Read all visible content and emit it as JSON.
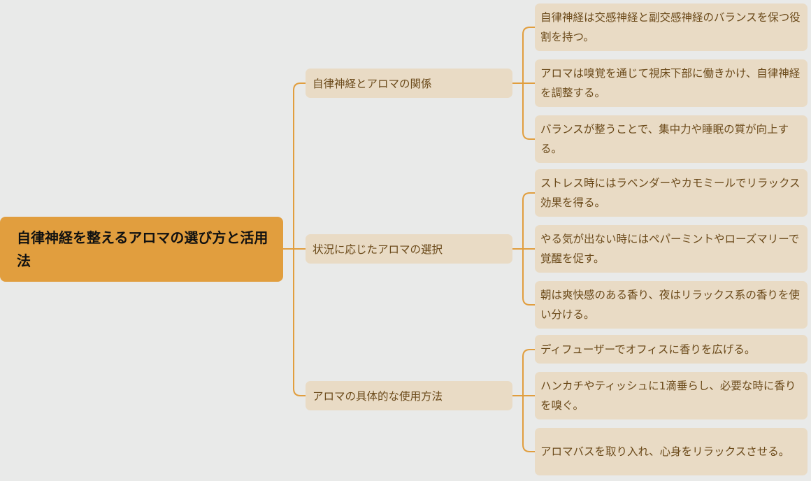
{
  "root": {
    "label": "自律神経を整えるアロマの選び方と活用法"
  },
  "branches": [
    {
      "label": "自律神経とアロマの関係",
      "leaves": [
        "自律神経は交感神経と副交感神経のバランスを保つ役割を持つ。",
        "アロマは嗅覚を通じて視床下部に働きかけ、自律神経を調整する。",
        "バランスが整うことで、集中力や睡眠の質が向上する。"
      ]
    },
    {
      "label": "状況に応じたアロマの選択",
      "leaves": [
        "ストレス時にはラベンダーやカモミールでリラックス効果を得る。",
        "やる気が出ない時にはペパーミントやローズマリーで覚醒を促す。",
        "朝は爽快感のある香り、夜はリラックス系の香りを使い分ける。"
      ]
    },
    {
      "label": "アロマの具体的な使用方法",
      "leaves": [
        "ディフューザーでオフィスに香りを広げる。",
        "ハンカチやティッシュに1滴垂らし、必要な時に香りを嗅ぐ。",
        "アロマバスを取り入れ、心身をリラックスさせる。"
      ]
    }
  ],
  "colors": {
    "background": "#e9eae9",
    "root_fill": "#e19e3e",
    "node_fill": "#e9dbc5",
    "connector": "#e19e3e",
    "node_text": "#6b4a1a",
    "root_text": "#111111"
  }
}
